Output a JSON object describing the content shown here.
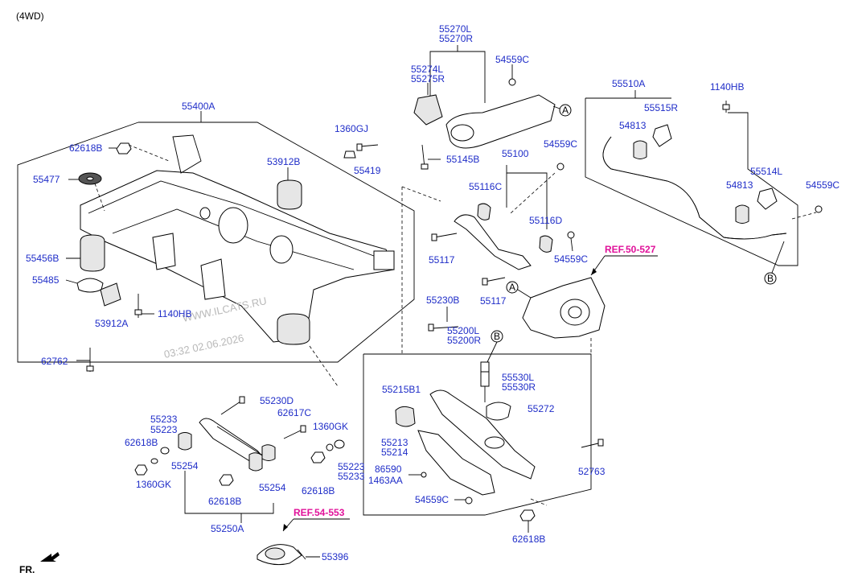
{
  "variant": "(4WD)",
  "front_label": "FR.",
  "watermark": {
    "line1": "WWW.ILCATS.RU",
    "line2": "03:32 02.06.2026"
  },
  "refs": {
    "ref_50_527": "REF.50-527",
    "ref_54_553": "REF.54-553"
  },
  "callouts": {
    "a1": "A",
    "a2": "A",
    "b1": "B",
    "b2": "B"
  },
  "parts": {
    "p55270L": "55270L",
    "p55270R": "55270R",
    "p55274L": "55274L",
    "p55275R": "55275R",
    "p54559C_1": "54559C",
    "p55145B": "55145B",
    "p55400A": "55400A",
    "p62618B_1": "62618B",
    "p55477": "55477",
    "p1360GJ": "1360GJ",
    "p55419": "55419",
    "p53912B": "53912B",
    "p55456B": "55456B",
    "p55485": "55485",
    "p53912A": "53912A",
    "p1140HB_1": "1140HB",
    "p62762": "62762",
    "p55100": "55100",
    "p54559C_2": "54559C",
    "p55116C": "55116C",
    "p55116D": "55116D",
    "p55117_1": "55117",
    "p54559C_3": "54559C",
    "p55117_2": "55117",
    "p55510A": "55510A",
    "p1140HB_2": "1140HB",
    "p55515R": "55515R",
    "p54813_1": "54813",
    "p55514L": "55514L",
    "p54813_2": "54813",
    "p54559C_4": "54559C",
    "p55230B": "55230B",
    "p55200L": "55200L",
    "p55200R": "55200R",
    "p55530L": "55530L",
    "p55530R": "55530R",
    "p55215B1": "55215B1",
    "p55272": "55272",
    "p55213": "55213",
    "p55214": "55214",
    "p86590": "86590",
    "p1463AA": "1463AA",
    "p52763": "52763",
    "p54559C_5": "54559C",
    "p62618B_5": "62618B",
    "p55230D": "55230D",
    "p62617C": "62617C",
    "p55233_1": "55233",
    "p55223_1": "55223",
    "p62618B_2": "62618B",
    "p55254_1": "55254",
    "p1360GK_1": "1360GK",
    "p1360GK_2": "1360GK",
    "p55223_2": "55223",
    "p55233_2": "55233",
    "p62618B_3": "62618B",
    "p62618B_4": "62618B",
    "p55254_2": "55254",
    "p55250A": "55250A",
    "p55396": "55396"
  }
}
